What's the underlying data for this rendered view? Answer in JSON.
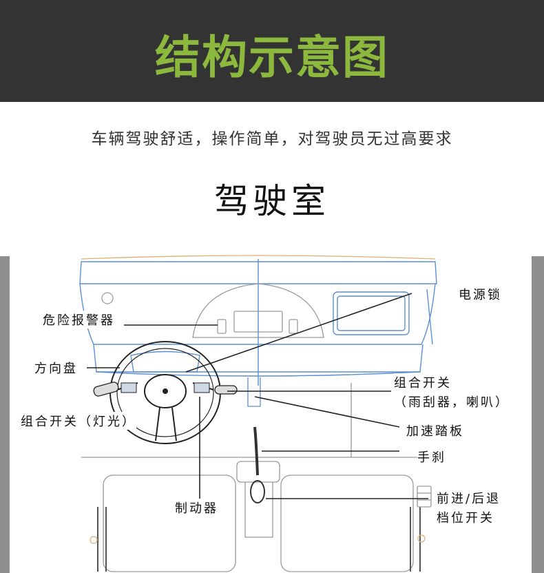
{
  "header": {
    "title": "结构示意图",
    "title_color": "#8db83e",
    "background": "#333333"
  },
  "subtitle": "车辆驾驶舒适，操作简单，对驾驶员无过高要求",
  "section_title": "驾驶室",
  "labels": {
    "hazard": "危险报警器",
    "steering": "方向盘",
    "light_switch": "组合开关（灯光）",
    "power_lock": "电源锁",
    "wiper_switch_1": "组合开关",
    "wiper_switch_2": "（雨刮器，喇叭）",
    "accelerator": "加速踏板",
    "handbrake": "手刹",
    "brake": "制动器",
    "gear_1": "前进/后退",
    "gear_2": "档位开关"
  },
  "colors": {
    "outline_blue": "#5b8fd6",
    "line": "#222222",
    "gray": "#999999"
  }
}
